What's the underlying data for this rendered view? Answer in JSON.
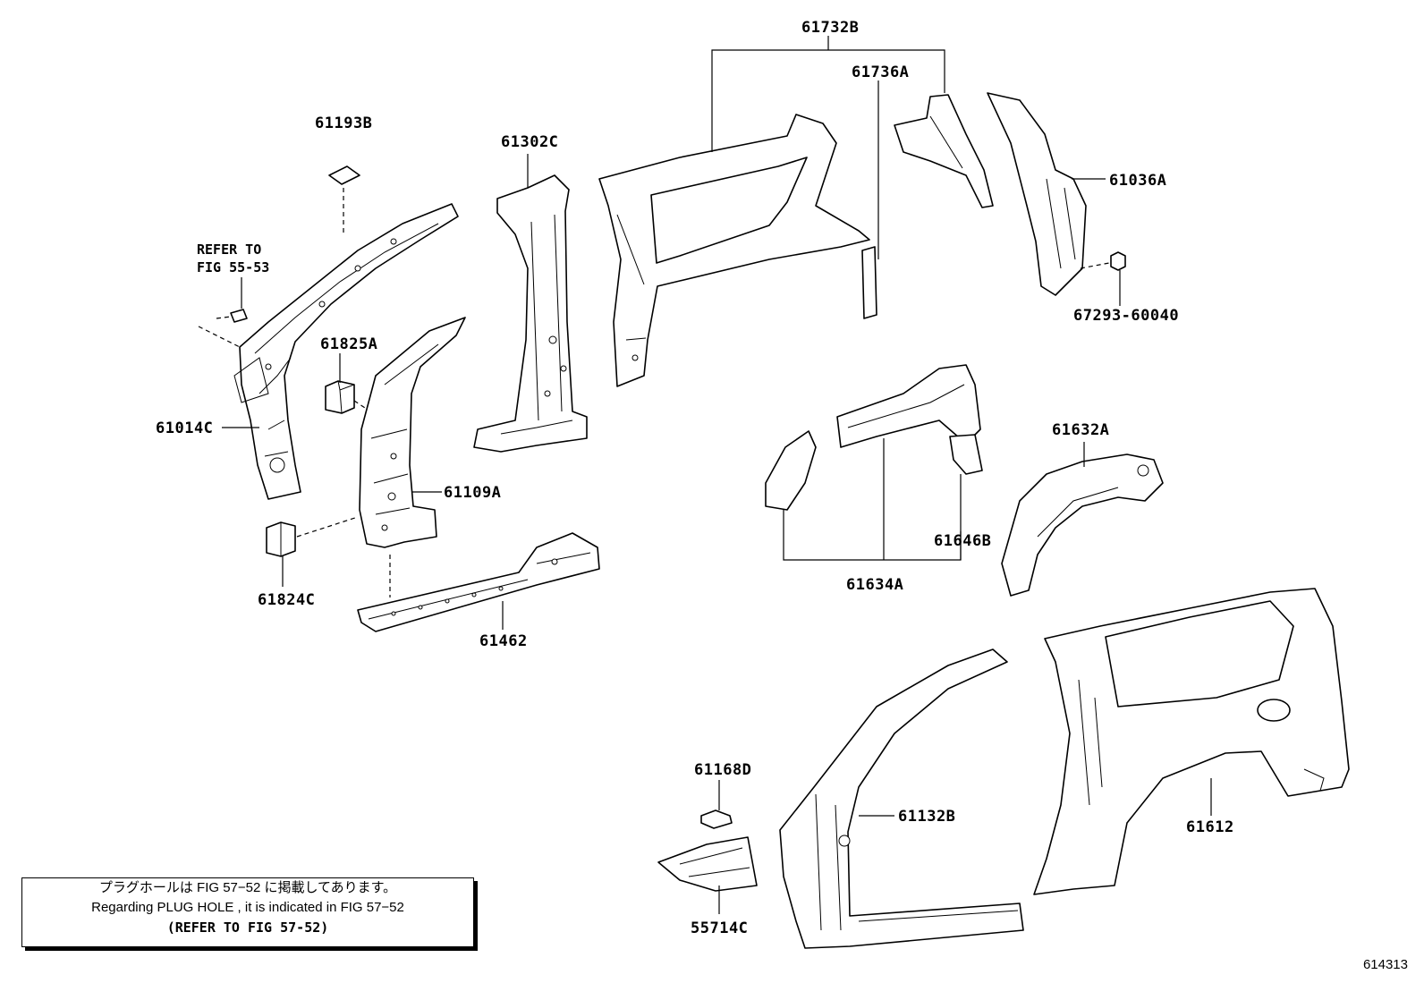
{
  "parts": [
    {
      "id": "p1",
      "number": "61732B"
    },
    {
      "id": "p2",
      "number": "61736A"
    },
    {
      "id": "p3",
      "number": "61193B"
    },
    {
      "id": "p4",
      "number": "61302C"
    },
    {
      "id": "p5",
      "number": "61036A"
    },
    {
      "id": "p6",
      "number": "67293-60040"
    },
    {
      "id": "p7",
      "number": "61825A"
    },
    {
      "id": "p8",
      "number": "61014C"
    },
    {
      "id": "p9",
      "number": "61109A"
    },
    {
      "id": "p10",
      "number": "61632A"
    },
    {
      "id": "p11",
      "number": "61646B"
    },
    {
      "id": "p12",
      "number": "61634A"
    },
    {
      "id": "p13",
      "number": "61824C"
    },
    {
      "id": "p14",
      "number": "61462"
    },
    {
      "id": "p15",
      "number": "61168D"
    },
    {
      "id": "p16",
      "number": "61132B"
    },
    {
      "id": "p17",
      "number": "61612"
    },
    {
      "id": "p18",
      "number": "55714C"
    }
  ],
  "refer_note": {
    "line1": "REFER TO",
    "line2": "FIG 55-53"
  },
  "note_box": {
    "line_jp": "プラグホールは FIG  57−52 に掲載してあります。",
    "line_en": "Regarding  PLUG  HOLE , it is indicated in  FIG  57−52",
    "line_ref": "(REFER TO FIG 57-52)"
  },
  "figure_id": "614313"
}
